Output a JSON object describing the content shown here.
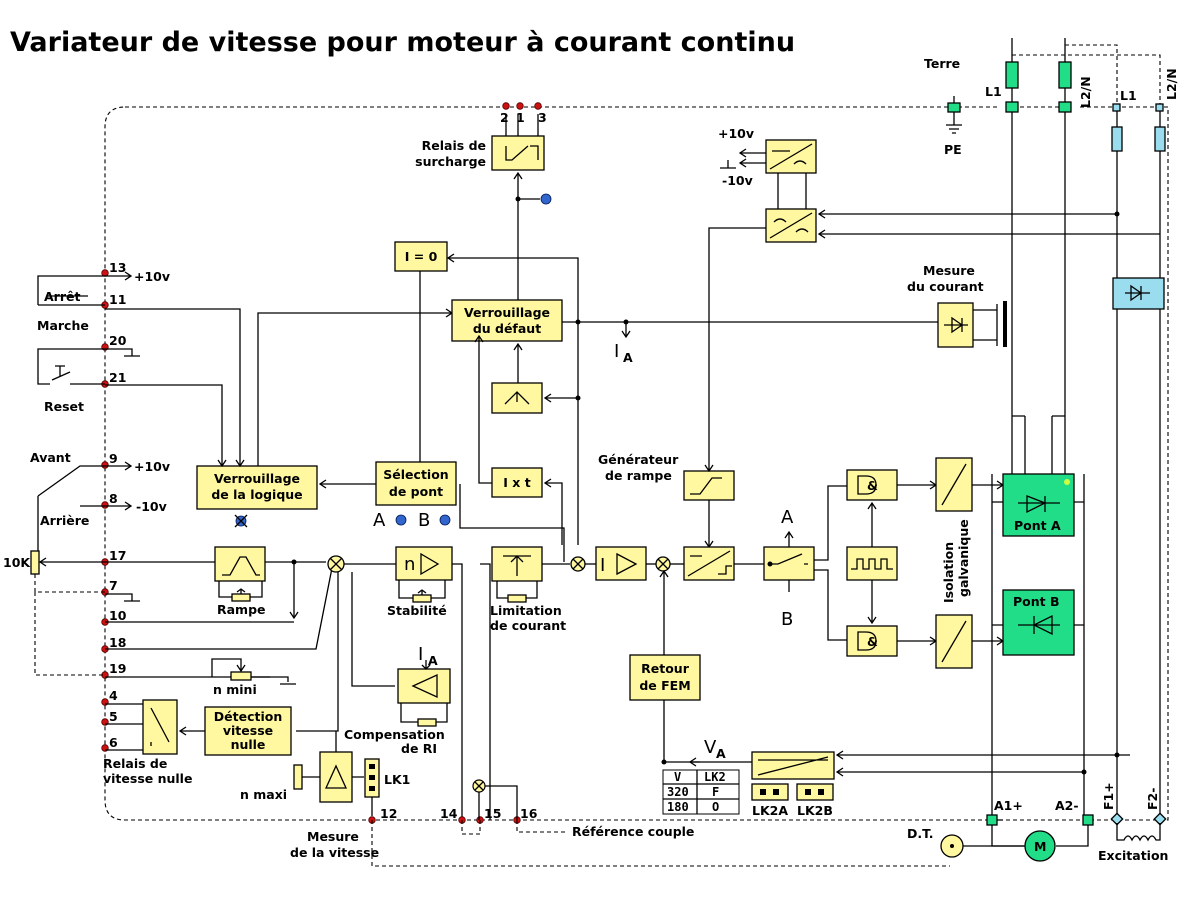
{
  "title": "Variateur de vitesse pour moteur à courant continu",
  "colors": {
    "block": "#fff8a0",
    "bridge": "#22dd88",
    "fuse": "#99ddee",
    "terminal": "#cc1111",
    "led": "#3366cc"
  },
  "terminals": [
    "13",
    "11",
    "20",
    "21",
    "9",
    "8",
    "17",
    "7",
    "10",
    "18",
    "19",
    "4",
    "5",
    "6",
    "12",
    "14",
    "15",
    "16",
    "2",
    "1",
    "3"
  ],
  "labels": {
    "plus10_a": "+10v",
    "plus10_b": "+10v",
    "minus10": "-10v",
    "arret": "Arrêt",
    "marche": "Marche",
    "reset": "Reset",
    "avant": "Avant",
    "arriere": "Arrière",
    "pot10k": "10K",
    "rampe": "Rampe",
    "stabilite": "Stabilité",
    "limitation1": "Limitation",
    "limitation2": "de courant",
    "n_mini": "n mini",
    "n_maxi": "n maxi",
    "lk1": "LK1",
    "relais_vn1": "Relais de",
    "relais_vn2": "vitesse nulle",
    "mesure_v1": "Mesure",
    "mesure_v2": "de la vitesse",
    "ref_couple": "Référence couple",
    "compensation1": "Compensation",
    "compensation2": "de RI",
    "ia_main": "I",
    "ia_sub": "A",
    "va_main": "V",
    "va_sub": "A",
    "relais_s1": "Relais de",
    "relais_s2": "surcharge",
    "plus10_top": "+10v",
    "minus10_top": "-10v",
    "terre": "Terre",
    "pe": "PE",
    "l1_a": "L1",
    "l2n_a": "L2/N",
    "l1_b": "L1",
    "l2n_b": "L2/N",
    "mesure_c1": "Mesure",
    "mesure_c2": "du courant",
    "gen_rampe1": "Générateur",
    "gen_rampe2": "de rampe",
    "iso1": "Isolation",
    "iso2": "galvanique",
    "a": "A",
    "b": "B",
    "led_a": "A",
    "led_b": "B",
    "a1p": "A1+",
    "a2m": "A2-",
    "f1p": "F1+",
    "f2m": "F2-",
    "dt": "D.T.",
    "excitation": "Excitation",
    "m": "M",
    "lk2a": "LK2A",
    "lk2b": "LK2B"
  },
  "blocks": {
    "i_zero": "I = 0",
    "verrou_defaut1": "Verrouillage",
    "verrou_defaut2": "du défaut",
    "verrou_logique1": "Verrouillage",
    "verrou_logique2": "de la logique",
    "selection1": "Sélection",
    "selection2": "de pont",
    "ixt": "I x t",
    "detection1": "Détection",
    "detection2": "vitesse",
    "detection3": "nulle",
    "retour1": "Retour",
    "retour2": "de FEM",
    "pont_a": "Pont A",
    "pont_b": "Pont B",
    "n_amp": "n",
    "i_amp": "I"
  },
  "lk2_table": {
    "headers": [
      "V",
      "LK2"
    ],
    "rows": [
      [
        "320",
        "F"
      ],
      [
        "180",
        "O"
      ]
    ]
  }
}
